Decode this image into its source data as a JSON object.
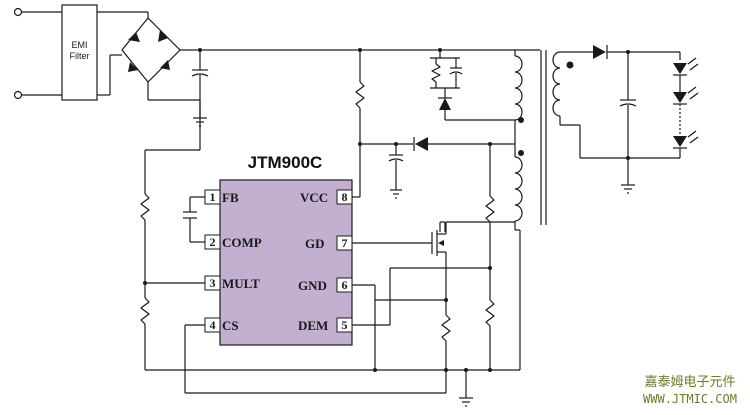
{
  "chip": {
    "title": "JTM900C",
    "body_color": "#c3b0d1",
    "pins": [
      {
        "num": "1",
        "label": "FB"
      },
      {
        "num": "2",
        "label": "COMP"
      },
      {
        "num": "3",
        "label": "MULT"
      },
      {
        "num": "4",
        "label": "CS"
      },
      {
        "num": "8",
        "label": "VCC"
      },
      {
        "num": "7",
        "label": "GD"
      },
      {
        "num": "6",
        "label": "GND"
      },
      {
        "num": "5",
        "label": "DEM"
      }
    ]
  },
  "emi_filter": {
    "line1": "EMI",
    "line2": "Filter"
  },
  "watermark": {
    "line1": "嘉泰姆电子元件",
    "line2": "WWW.JTMIC.COM",
    "color": "#6a7c2a"
  },
  "icons": {
    "bridge": "bridge-rectifier-icon",
    "transformer": "transformer-icon",
    "mosfet": "mosfet-icon",
    "led": "led-icon",
    "ground": "ground-icon"
  }
}
